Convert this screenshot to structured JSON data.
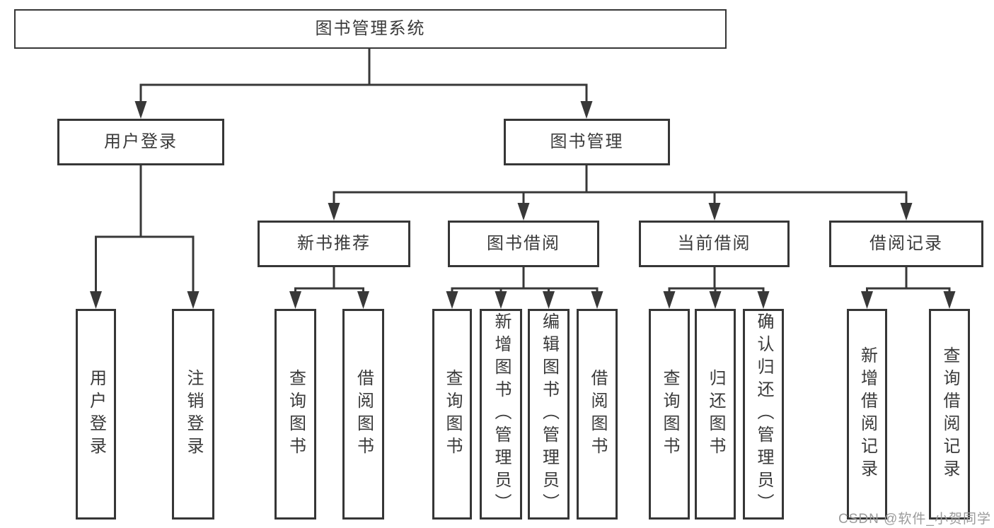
{
  "diagram": {
    "root": {
      "label": "图书管理系统"
    },
    "branches": [
      {
        "label": "用户登录",
        "children": [
          {
            "label": "用户登录"
          },
          {
            "label": "注销登录"
          }
        ]
      },
      {
        "label": "图书管理",
        "children": [
          {
            "label": "新书推荐",
            "children": [
              {
                "label": "查询图书"
              },
              {
                "label": "借阅图书"
              }
            ]
          },
          {
            "label": "图书借阅",
            "children": [
              {
                "label": "查询图书"
              },
              {
                "label": "新增图书（管理员）"
              },
              {
                "label": "编辑图书（管理员）"
              },
              {
                "label": "借阅图书"
              }
            ]
          },
          {
            "label": "当前借阅",
            "children": [
              {
                "label": "查询图书"
              },
              {
                "label": "归还图书"
              },
              {
                "label": "确认归还（管理员）"
              }
            ]
          },
          {
            "label": "借阅记录",
            "children": [
              {
                "label": "新增借阅记录"
              },
              {
                "label": "查询借阅记录"
              }
            ]
          }
        ]
      }
    ]
  },
  "watermark": {
    "text": "CSDN @软件_小贺同学"
  },
  "colors": {
    "line": "#383838",
    "box_border": "#363636",
    "text": "#3a3a3a",
    "watermark": "#9b9b9b",
    "background": "#ffffff"
  }
}
